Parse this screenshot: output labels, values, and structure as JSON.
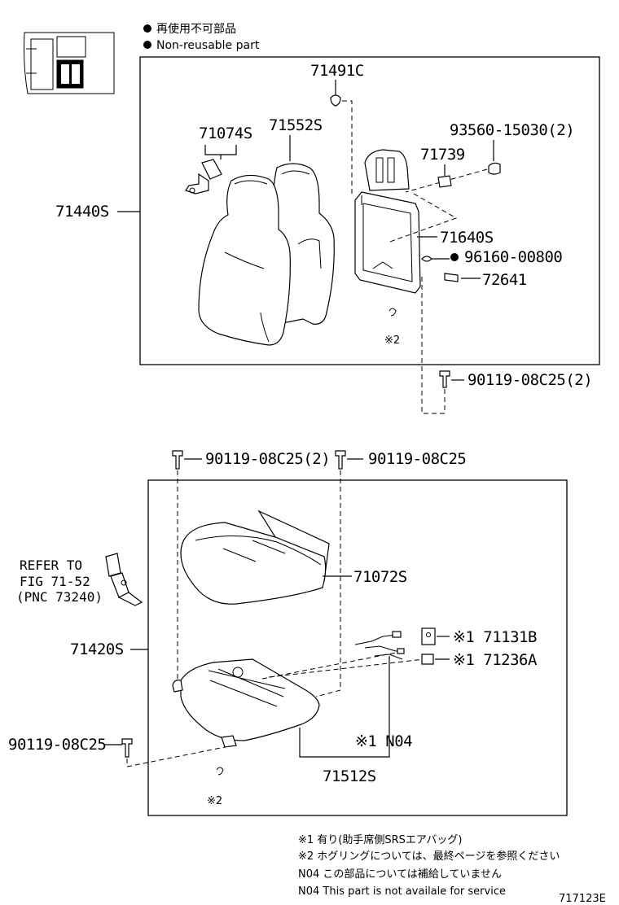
{
  "legend": {
    "jp": "再使用不可部品",
    "en": "Non-reusable part"
  },
  "upper": {
    "p71491C": "71491C",
    "p71074S": "71074S",
    "p71552S": "71552S",
    "p93560": "93560-15030(2)",
    "p71739": "71739",
    "p71440S": "71440S",
    "p71640S": "71640S",
    "p96160": "96160-00800",
    "p72641": "72641",
    "note2": "※2",
    "p90119_upper": "90119-08C25(2)"
  },
  "lower": {
    "p90119_left2": "90119-08C25(2)",
    "p90119_right": "90119-08C25",
    "refer_line1": "REFER TO",
    "refer_line2": "FIG 71-52",
    "refer_line3": "(PNC 73240)",
    "p71072S": "71072S",
    "p71420S": "71420S",
    "p171131B": "※1 71131B",
    "p171236A": "※1 71236A",
    "p90119_bottom": "90119-08C25",
    "n04": "※1 N04",
    "p71512S": "71512S",
    "note2": "※2"
  },
  "footnotes": {
    "f1": "※1 有り(助手席側SRSエアバッグ)",
    "f2": "※2 ホグリングについては、最終ページを参照ください",
    "f3": "N04  この部品については補給していません",
    "f4": "N04  This part is not availale for service"
  },
  "diagram_id": "717123E"
}
